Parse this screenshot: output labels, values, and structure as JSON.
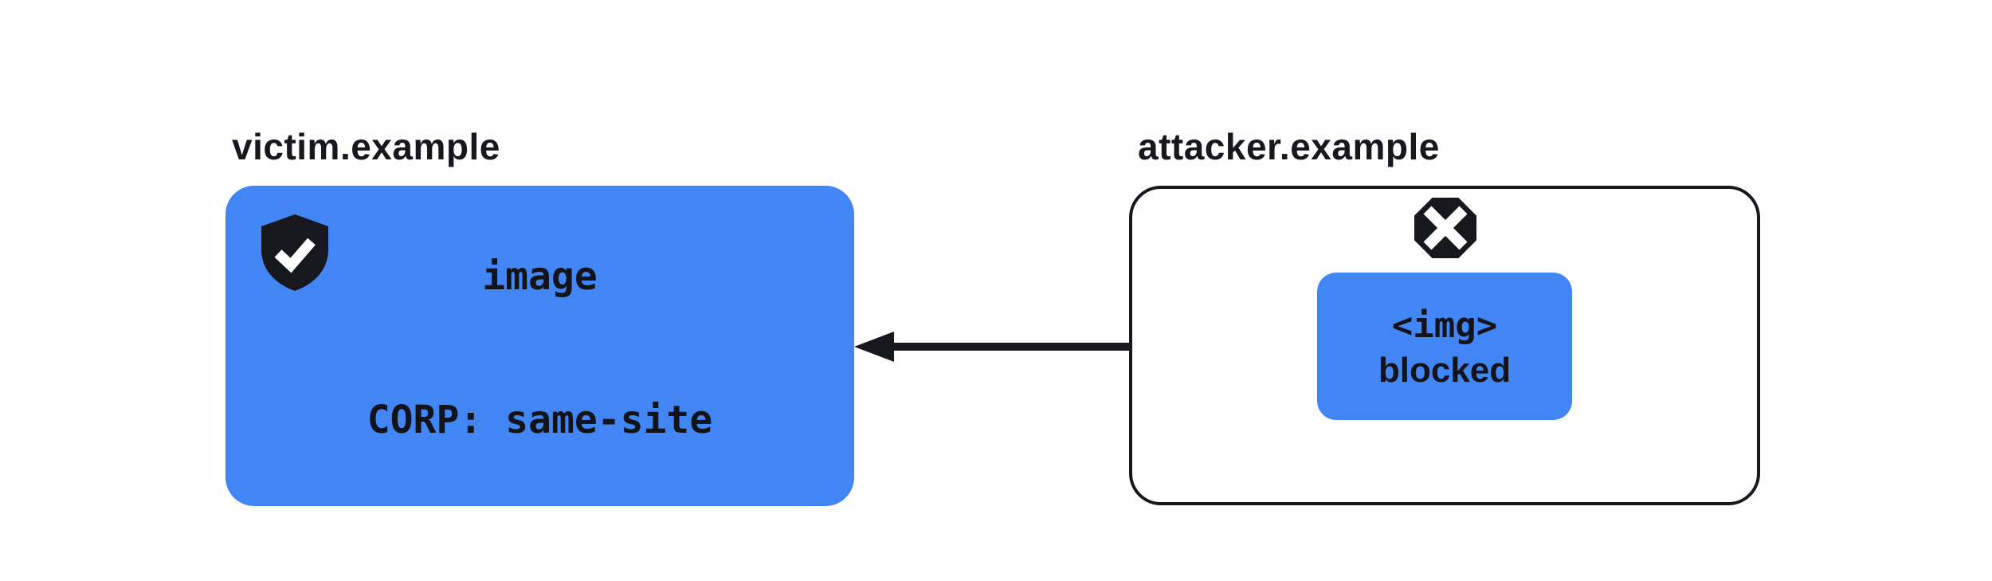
{
  "colors": {
    "blue": "#4285F4",
    "dark": "#16181d",
    "text": "#121419",
    "bg": "#ffffff"
  },
  "victim": {
    "label": "victim.example",
    "box_lines": [
      "image",
      "CORP: same-site"
    ],
    "icon": "shield-check-icon"
  },
  "attacker": {
    "label": "attacker.example",
    "icon": "octagon-x-icon",
    "blocked_box_lines": [
      "<img>",
      "blocked"
    ]
  },
  "arrow": {
    "name": "blocked-request-arrow",
    "direction": "right-to-left"
  }
}
